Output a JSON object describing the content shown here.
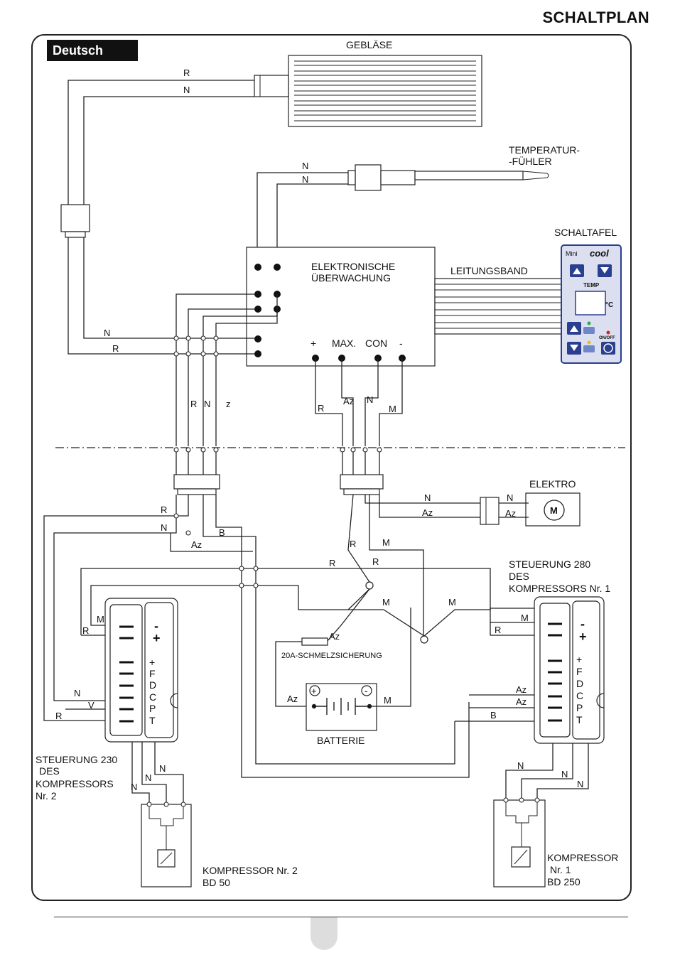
{
  "page": {
    "title": "SCHALTPLAN",
    "language": "Deutsch"
  },
  "components": {
    "fan": "GEBLÄSE",
    "sensor_line1": "TEMPERATUR-",
    "sensor_line2": "-FÜHLER",
    "panel_title": "SCHALTAFEL",
    "electronics_line1": "ELEKTRONISCHE",
    "electronics_line2": "ÜBERWACHUNG",
    "cable": "LEITUNGSBAND",
    "elektro": "ELEKTRO",
    "motor": "M",
    "fuse": "20A-SCHMELZSICHERUNG",
    "battery": "BATTERIE",
    "ctrl1_line1": "STEUERUNG 280",
    "ctrl1_line2": "DES",
    "ctrl1_line3": "KOMPRESSORS Nr. 1",
    "ctrl2_line1": "STEUERUNG 230",
    "ctrl2_line2": "DES",
    "ctrl2_line3": "KOMPRESSORS",
    "ctrl2_line4": "Nr. 2",
    "comp1_line1": "KOMPRESSOR",
    "comp1_line2": "Nr. 1",
    "comp1_line3": "BD 250",
    "comp2_line1": "KOMPRESSOR Nr. 2",
    "comp2_line2": "BD 50"
  },
  "terminals": {
    "plus": "+",
    "max": "MAX.",
    "con": "CON",
    "minus": "-"
  },
  "control_panel": {
    "brand_small": "Mini",
    "brand_big": "cool",
    "temp_label": "TEMP",
    "unit": "°C",
    "onoff": "ON/OFF",
    "accent_color": "#2a3f8f",
    "body_color": "#dcdff0"
  },
  "controller_pins": {
    "plus_sign": "+",
    "minus_sign": "-",
    "pin_letters": [
      "+",
      "F",
      "D",
      "C",
      "P",
      "T"
    ]
  },
  "wire_labels": {
    "R": "R",
    "N": "N",
    "Az": "Az",
    "M": "M",
    "B": "B",
    "V": "V",
    "z": "z"
  },
  "battery_signs": {
    "plus": "+",
    "minus": "-"
  }
}
